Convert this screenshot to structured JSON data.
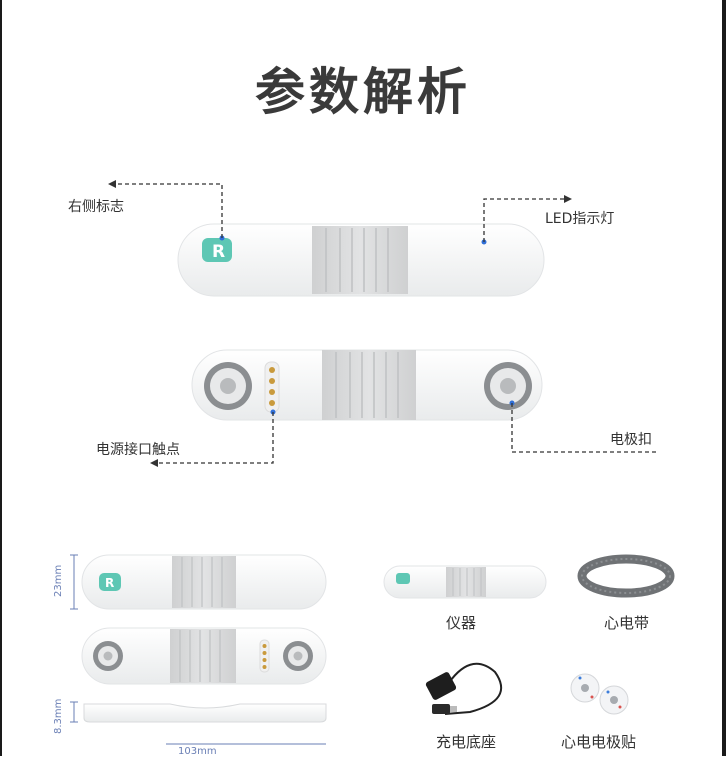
{
  "page": {
    "title": "参数解析"
  },
  "callouts": {
    "right_logo": "右侧标志",
    "led": "LED指示灯",
    "power_contacts": "电源接口触点",
    "electrode_button": "电极扣"
  },
  "dimensions": {
    "height": "23mm",
    "thickness": "8.3mm",
    "length": "103mm"
  },
  "accessories": [
    {
      "label": "仪器"
    },
    {
      "label": "心电带"
    },
    {
      "label": "充电底座"
    },
    {
      "label": "心电电极贴"
    }
  ],
  "device": {
    "logo_letter": "R"
  },
  "colors": {
    "accent": "#5ec7b4",
    "band": "#d6d7d8",
    "marker": "#2f6fd8",
    "contact": "#c99a3c"
  }
}
